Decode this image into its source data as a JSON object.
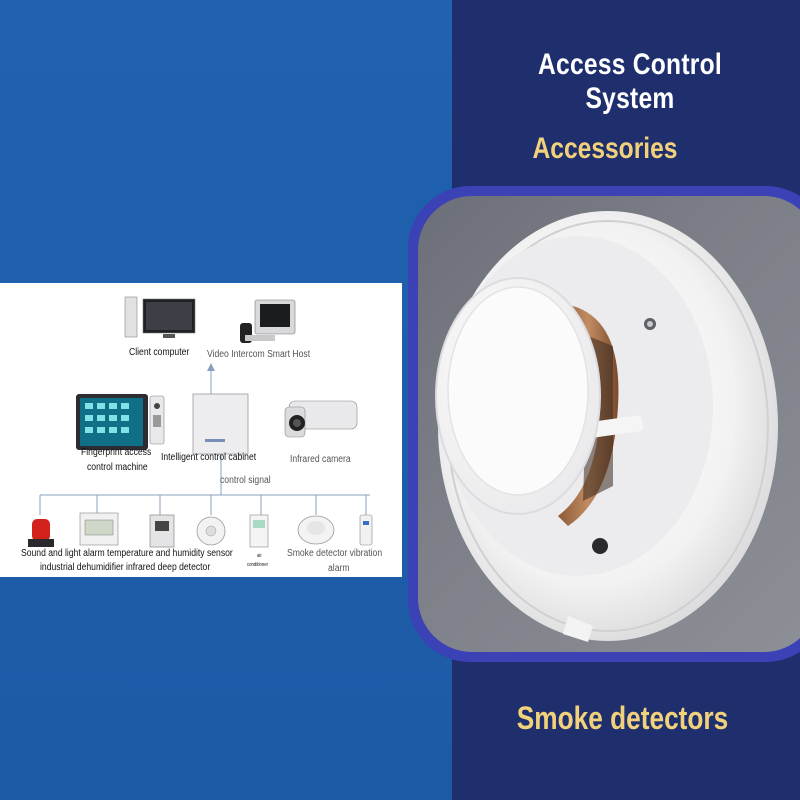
{
  "header": {
    "title": "Access Control System",
    "subtitle": "Accessories"
  },
  "footer": {
    "caption": "Smoke detectors"
  },
  "diagram": {
    "client_computer": "Client computer",
    "video_intercom": "Video Intercom Smart Host",
    "fingerprint_line1": "Fingerprint access",
    "fingerprint_line2": "control machine",
    "control_cabinet": "Intelligent control cabinet",
    "infrared_camera": "Infrared camera",
    "control_signal": "control signal",
    "sensors_line1": "Sound and light alarm temperature and humidity sensor",
    "sensors_line2": "industrial dehumidifier infrared deep detector",
    "air_conditioner_line1": "air",
    "air_conditioner_line2": "conditioner",
    "smoke_vibration_line1": "Smoke detector vibration",
    "smoke_vibration_line2": "alarm"
  },
  "colors": {
    "left_background": "#2062b0",
    "right_background": "#1f2f6e",
    "frame": "#3a42b6",
    "accent_text": "#f1d27a"
  }
}
